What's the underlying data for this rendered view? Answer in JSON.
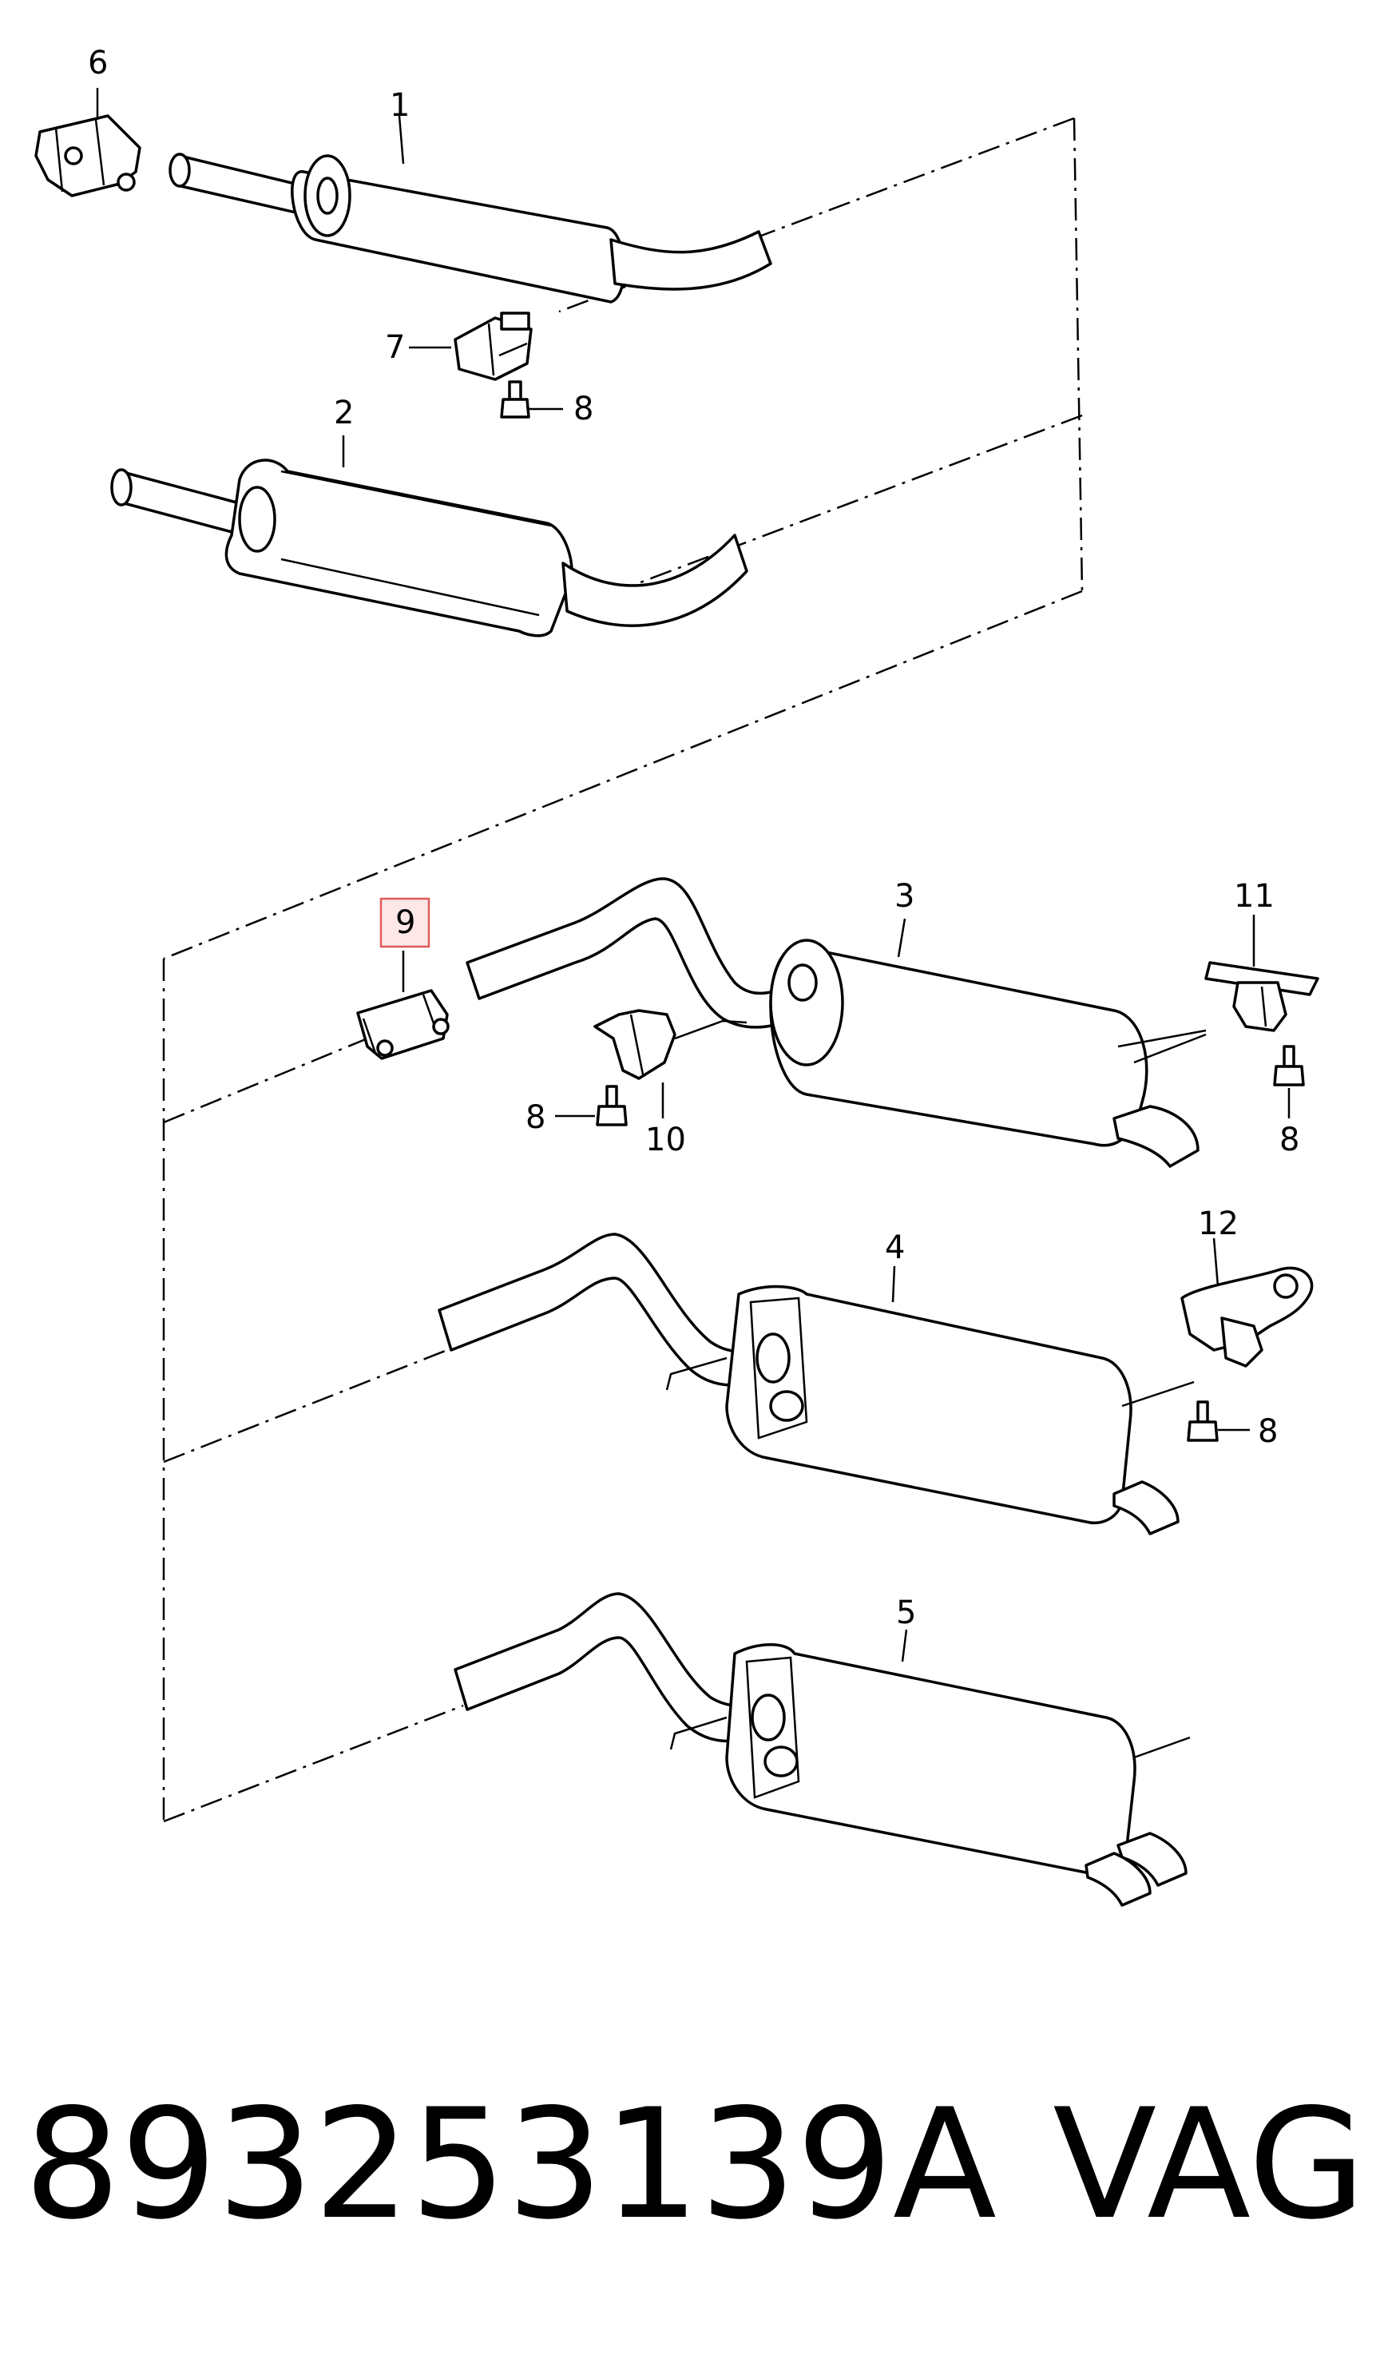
{
  "callouts": {
    "c1": "1",
    "c2": "2",
    "c3": "3",
    "c4": "4",
    "c5": "5",
    "c6": "6",
    "c7": "7",
    "c8a": "8",
    "c8b": "8",
    "c8c": "8",
    "c8d": "8",
    "c9": "9",
    "c10": "10",
    "c11": "11",
    "c12": "12"
  },
  "highlight": {
    "callout": "9",
    "fill": "#fde7e7",
    "stroke": "#e05a5a"
  },
  "footer": {
    "part_number": "893253139A",
    "brand": "VAG"
  }
}
